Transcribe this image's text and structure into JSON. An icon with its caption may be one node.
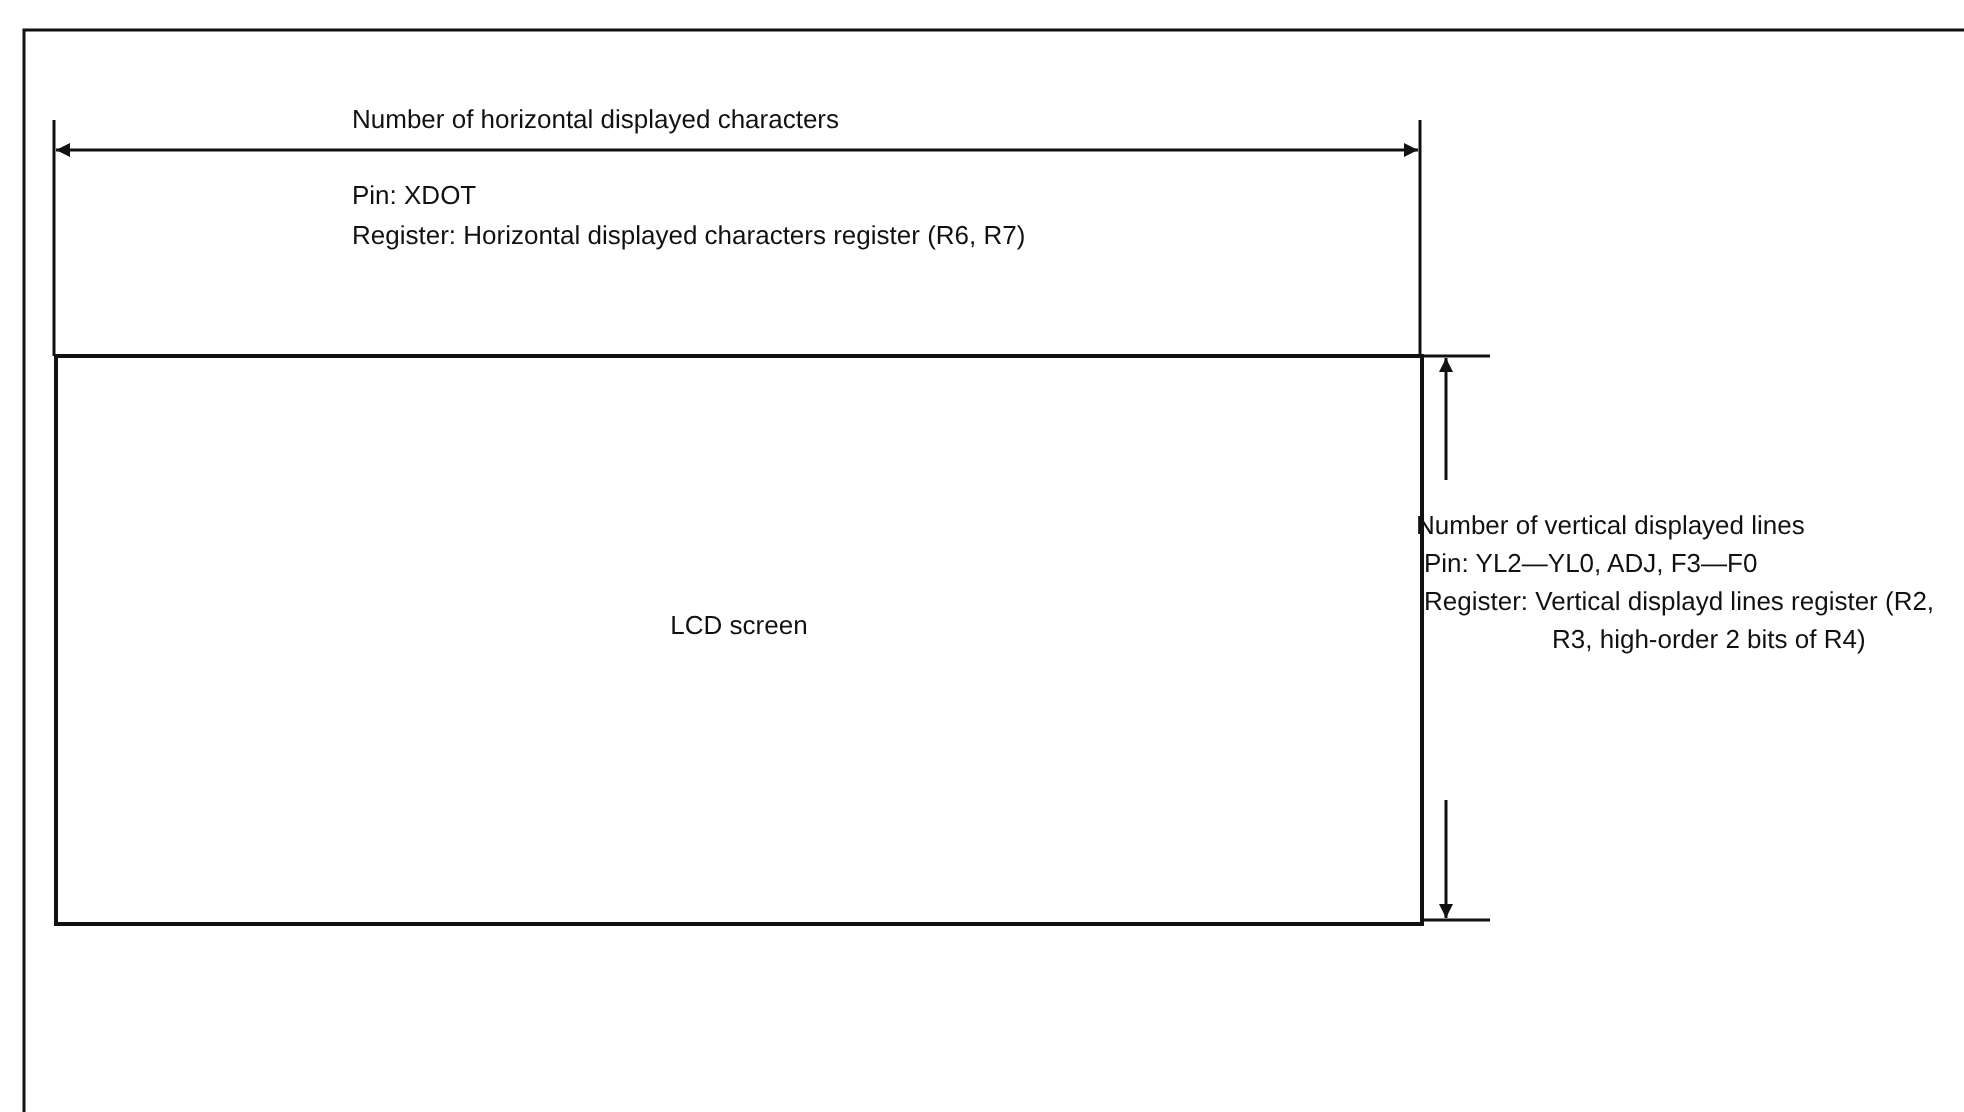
{
  "diagram": {
    "nodes": [
      {
        "text": [
          "LCD screen"
        ]
      }
    ],
    "labels": [
      "Number of horizontal displayed characters",
      "Pin: XDOT",
      "Register: Horizontal displayed characters register (R6, R7)",
      "Number of vertical displayed lines",
      "Pin: YL2—YL0, ADJ, F3—F0",
      "Register: Vertical displayd lines register (R2, R3, high-order 2 bits of R4)"
    ]
  }
}
